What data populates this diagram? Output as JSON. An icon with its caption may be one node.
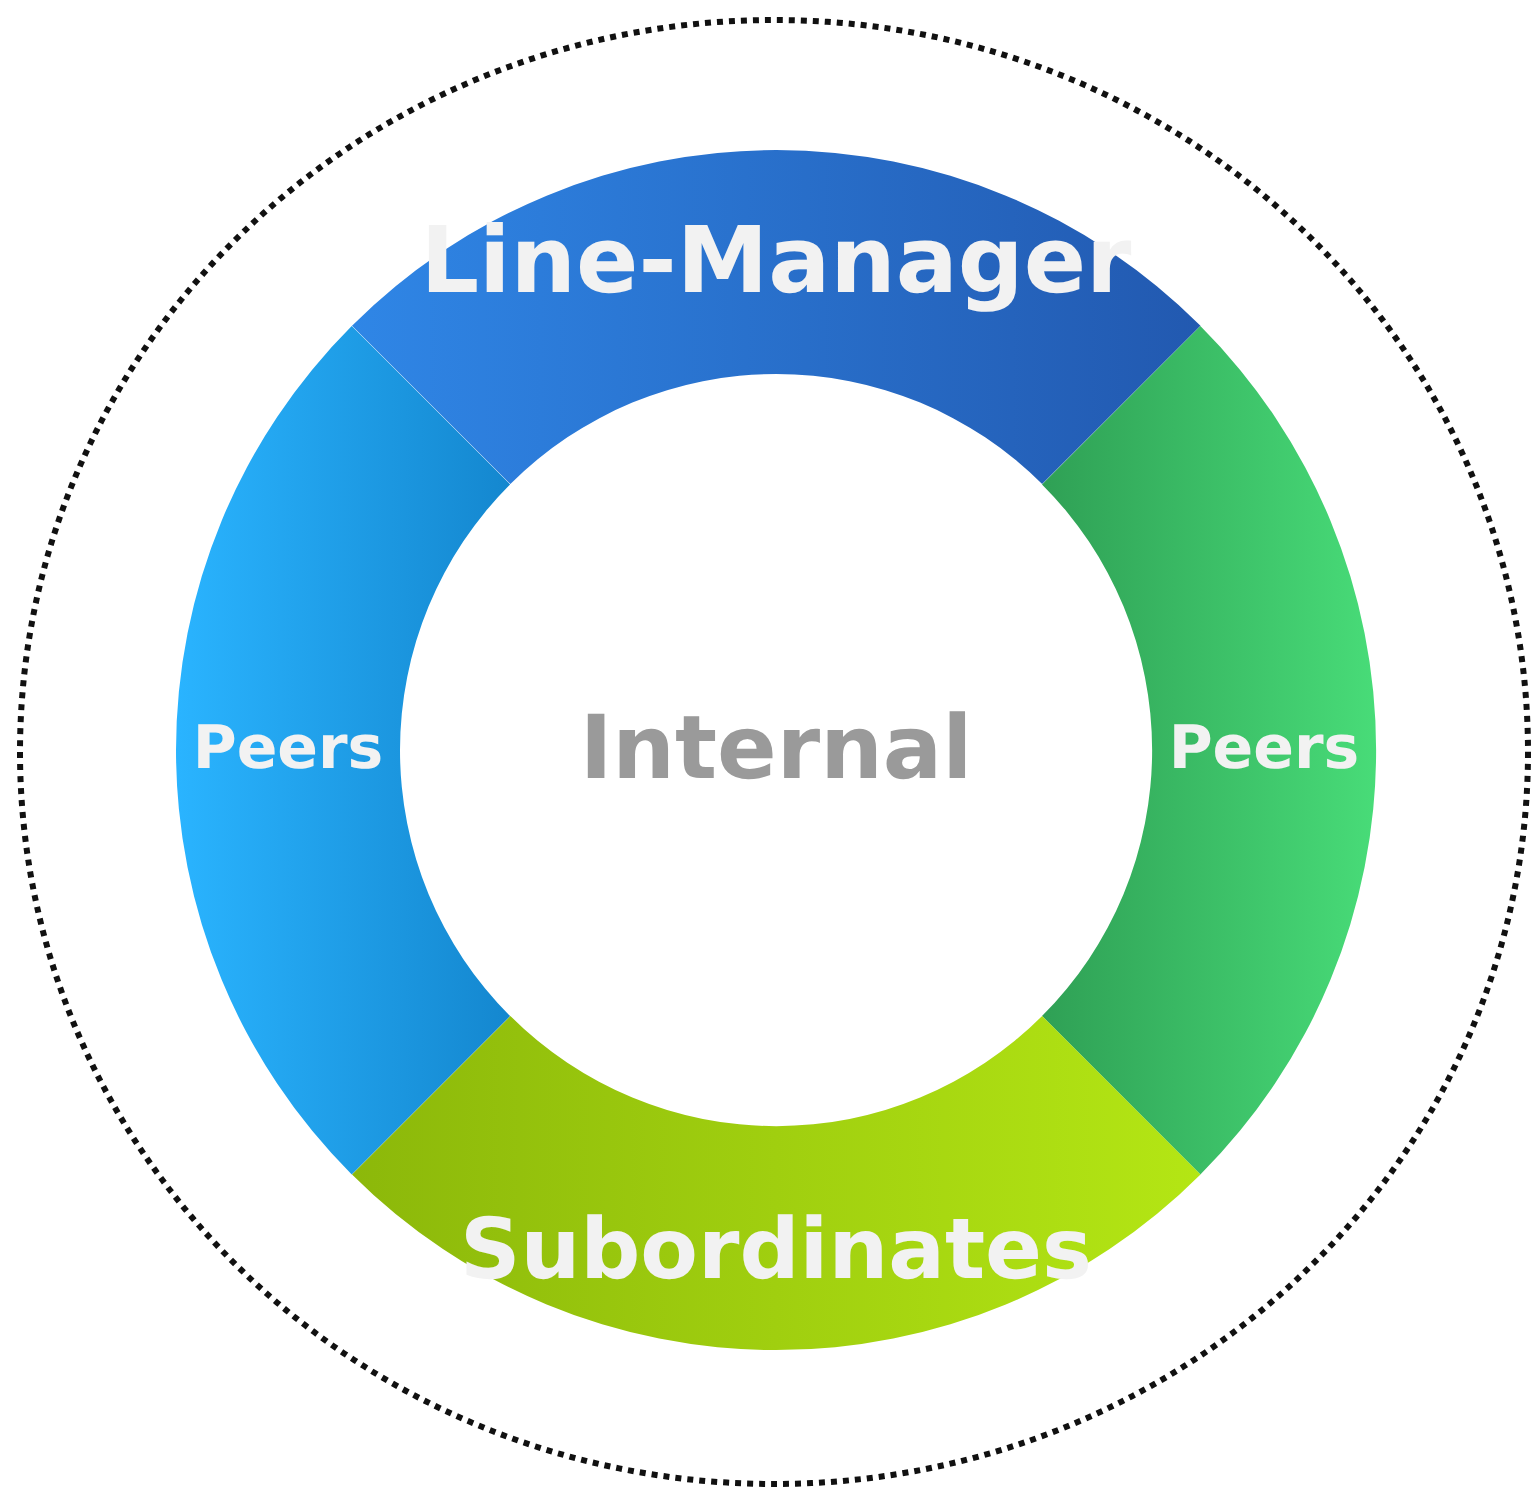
{
  "diagram": {
    "nodes": [
      {
        "text": [],
        "shape": "circle"
      },
      {
        "text": [
          "Line-Manager"
        ],
        "in": 0
      },
      {
        "text": [
          "Peers"
        ],
        "in": 0
      },
      {
        "text": [
          "Internal"
        ],
        "in": 0
      },
      {
        "text": [
          "Peers"
        ],
        "in": 0
      },
      {
        "text": [
          "Subordinates"
        ],
        "in": 0
      }
    ]
  }
}
